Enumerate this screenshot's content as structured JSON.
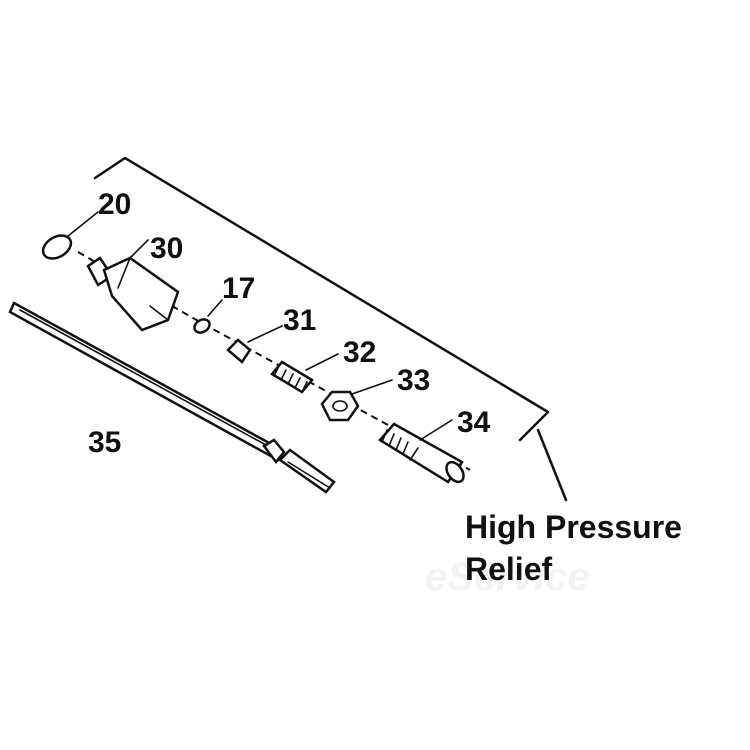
{
  "diagram": {
    "callouts": {
      "c20": "20",
      "c30": "30",
      "c17": "17",
      "c31": "31",
      "c32": "32",
      "c33": "33",
      "c34": "34",
      "c35": "35"
    },
    "caption": {
      "line1": "High Pressure",
      "line2": "Relief"
    },
    "watermark": "eService"
  },
  "colors": {
    "ink": "#111111",
    "background": "#ffffff"
  }
}
